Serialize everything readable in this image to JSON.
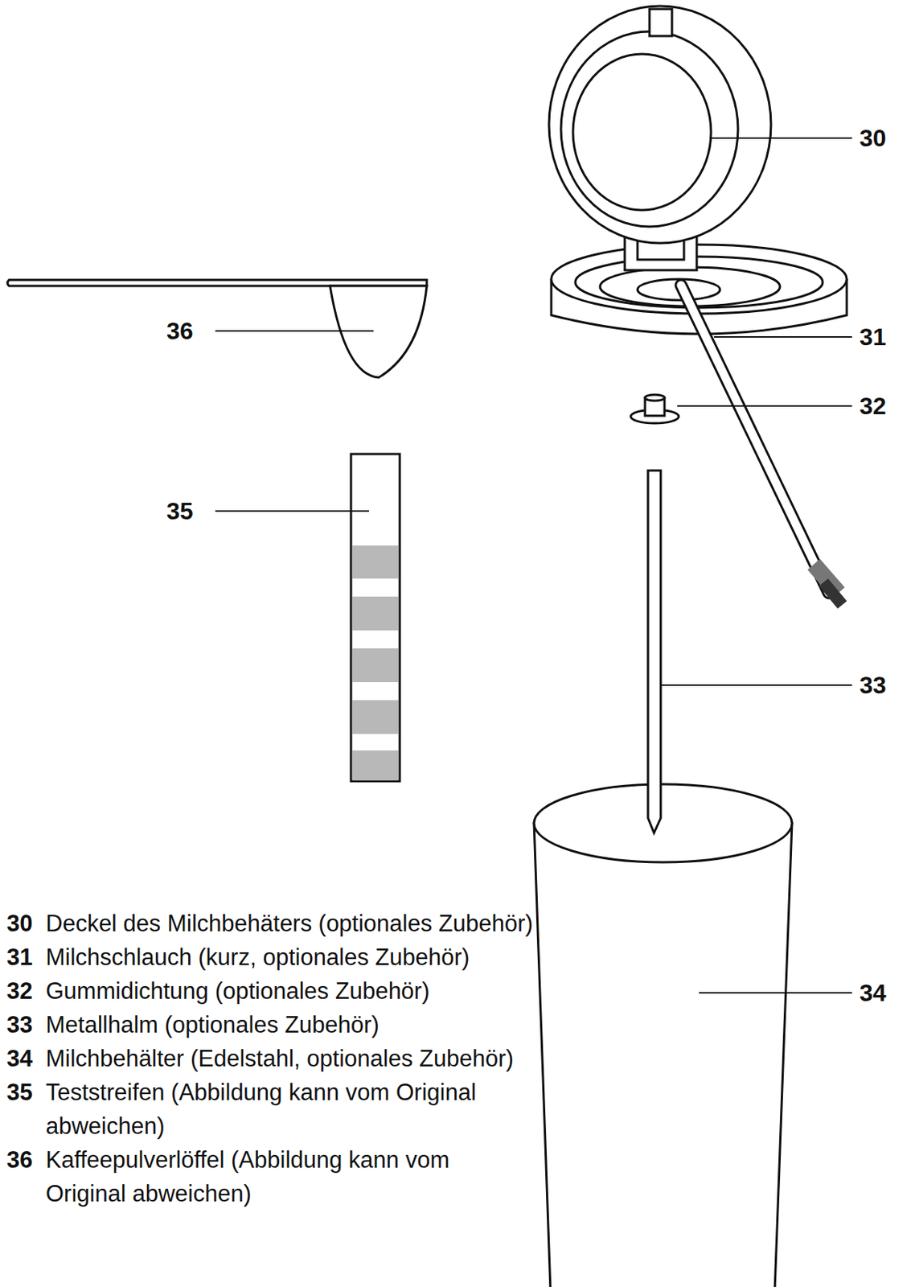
{
  "diagram": {
    "labels": [
      "30",
      "36",
      "31",
      "32",
      "35",
      "33",
      "34",
      "30",
      "Deckel des Milchbehäters (optionales Zubehör)",
      "31",
      "Milchschlauch (kurz, optionales Zubehör)",
      "32",
      "Gummidichtung (optionales Zubehör)",
      "33",
      "Metallhalm (optionales Zubehör)",
      "34",
      "Milchbehälter (Edelstahl, optionales Zubehör)",
      "35",
      "Teststreifen (Abbildung kann vom Original abweichen)",
      "36",
      "Kaffeepulverlöffel (Abbildung kann vom Original abweichen)"
    ]
  }
}
